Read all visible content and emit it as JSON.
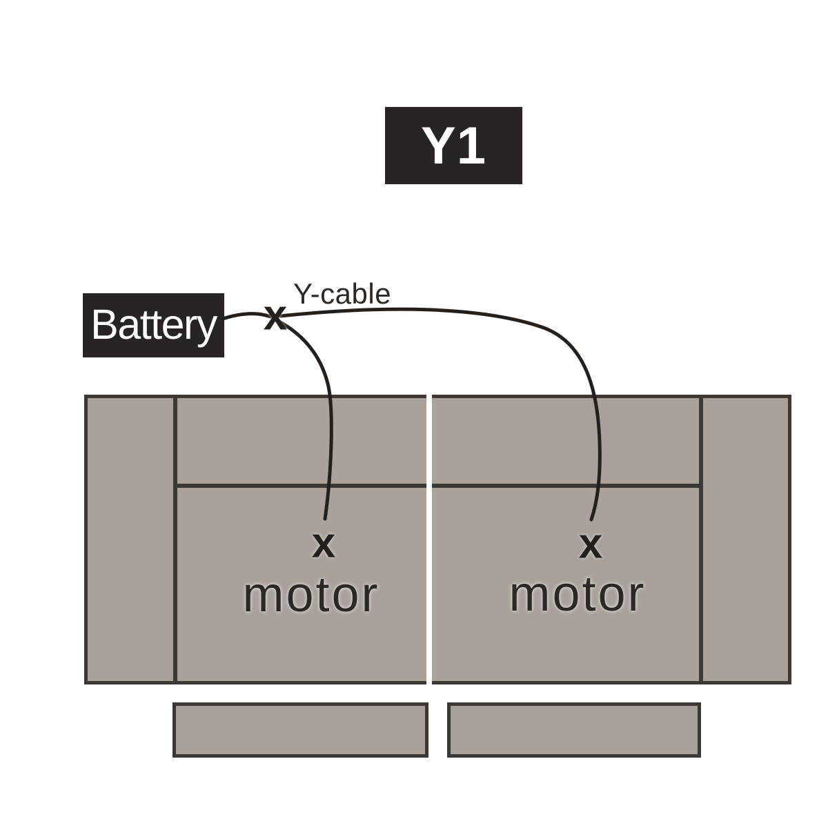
{
  "diagram": {
    "config_badge": "Y1",
    "battery_label": "Battery",
    "cable_label": "Y-cable",
    "junction_mark": "x",
    "motors": [
      {
        "label": "motor",
        "mark": "x"
      },
      {
        "label": "motor",
        "mark": "x"
      }
    ]
  },
  "colors": {
    "bg": "#ffffff",
    "box_bg": "#282424",
    "box_text": "#ffffff",
    "ink": "#2b2825",
    "line": "#221f1d",
    "sofa_fill": "#a8a29b",
    "sofa_line": "#3b3835"
  }
}
